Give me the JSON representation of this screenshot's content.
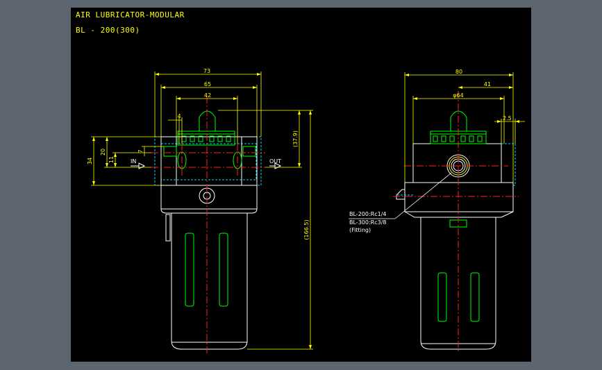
{
  "title": "AIR LUBRICATOR-MODULAR",
  "subtitle": "BL - 200(300)",
  "colors": {
    "background": "#000000",
    "frame": "#5d6570",
    "text": "#ffff00",
    "body_outline": "#ffffff",
    "green_outline": "#00ff00",
    "centerline": "#ff2020",
    "hidden_line": "#00d8ff",
    "leader": "#ffffff"
  },
  "front_view": {
    "dims": {
      "width_73": "73",
      "width_65": "65",
      "width_42": "42",
      "width_4": "4",
      "height_34": "34",
      "height_20": "20",
      "height_11": "11",
      "height_7": "7",
      "height_37_9": "(37.9)",
      "height_166_5": "(166.5)"
    },
    "port_in": "IN",
    "port_out": "OUT"
  },
  "side_view": {
    "dims": {
      "width_80": "80",
      "width_41": "41",
      "diameter_64": "φ64",
      "offset_2_5": "2.5"
    },
    "fitting_note": [
      "BL-200:Rc1/4",
      "BL-300:Rc3/8",
      "(Fitting)"
    ]
  }
}
